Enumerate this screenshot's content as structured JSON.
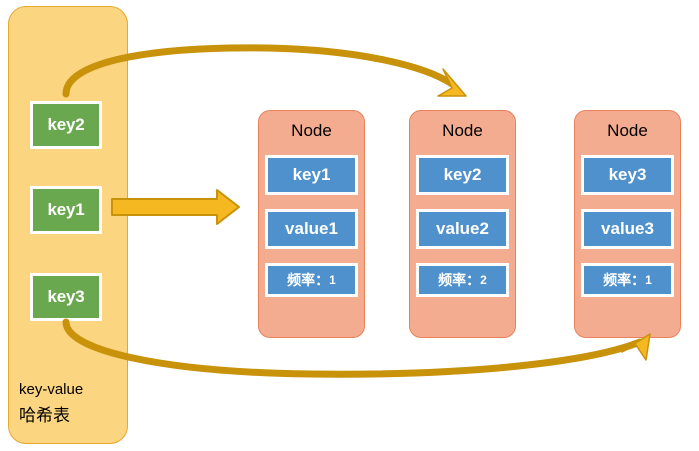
{
  "diagram": {
    "title": "LFU cache structure: key-value hash table pointing to frequency nodes",
    "colors": {
      "panel_fill": "#fcd581",
      "panel_stroke": "#e5a72e",
      "key_fill": "#6aa84f",
      "node_fill": "#f4ac90",
      "node_stroke": "#e8815a",
      "field_fill": "#4f91cd",
      "arrow_fill": "#f5b820",
      "arrow_curve": "#c8920a",
      "text_light": "#ffffff",
      "text_dark": "#000000",
      "background": "#ffffff"
    }
  },
  "hash_panel": {
    "name": "key-value-hash-table",
    "keys": [
      {
        "label": "key2"
      },
      {
        "label": "key1"
      },
      {
        "label": "key3"
      }
    ],
    "caption_line1": "key-value",
    "caption_line2": "哈希表"
  },
  "nodes": [
    {
      "title": "Node",
      "key": "key1",
      "value": "value1",
      "freq_label": "频率：",
      "freq_value": "1"
    },
    {
      "title": "Node",
      "key": "key2",
      "value": "value2",
      "freq_label": "频率：",
      "freq_value": "2"
    },
    {
      "title": "Node",
      "key": "key3",
      "value": "value3",
      "freq_label": "频率：",
      "freq_value": "1"
    }
  ],
  "arrows": [
    {
      "name": "arrow-key2-to-node2",
      "style": "curved",
      "from": "key2",
      "to": "Node key2"
    },
    {
      "name": "arrow-key1-to-node1",
      "style": "straight-block",
      "from": "key1",
      "to": "Node key1"
    },
    {
      "name": "arrow-key3-to-node3",
      "style": "curved",
      "from": "key3",
      "to": "Node key3"
    }
  ]
}
